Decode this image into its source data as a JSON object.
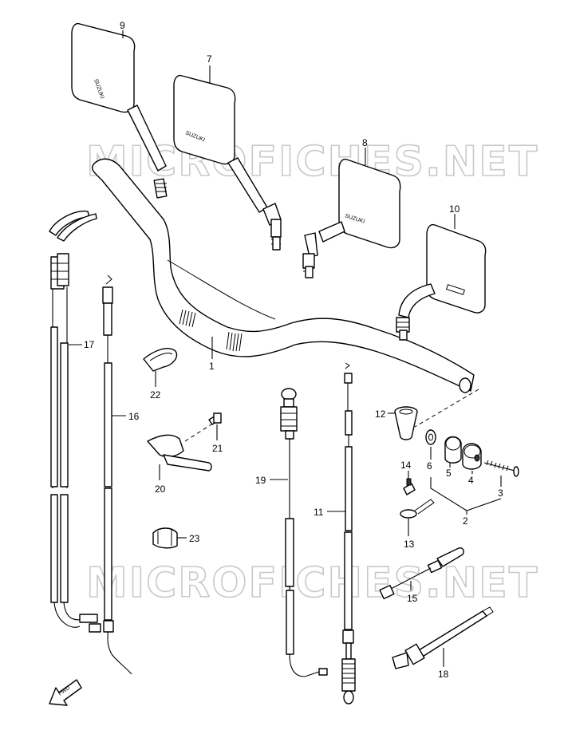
{
  "watermarks": [
    "MICROFICHES.NET",
    "MICROFICHES.NET"
  ],
  "fwd_label": "FWD",
  "mirror_brand": "SUZUKI",
  "callouts": {
    "c1": "1",
    "c2": "2",
    "c3": "3",
    "c4": "4",
    "c5": "5",
    "c6": "6",
    "c7": "7",
    "c8": "8",
    "c9": "9",
    "c10": "10",
    "c11": "11",
    "c12": "12",
    "c13": "13",
    "c14": "14",
    "c15": "15",
    "c16": "16",
    "c17": "17",
    "c18": "18",
    "c19": "19",
    "c20": "20",
    "c21": "21",
    "c22": "22",
    "c23": "23"
  }
}
